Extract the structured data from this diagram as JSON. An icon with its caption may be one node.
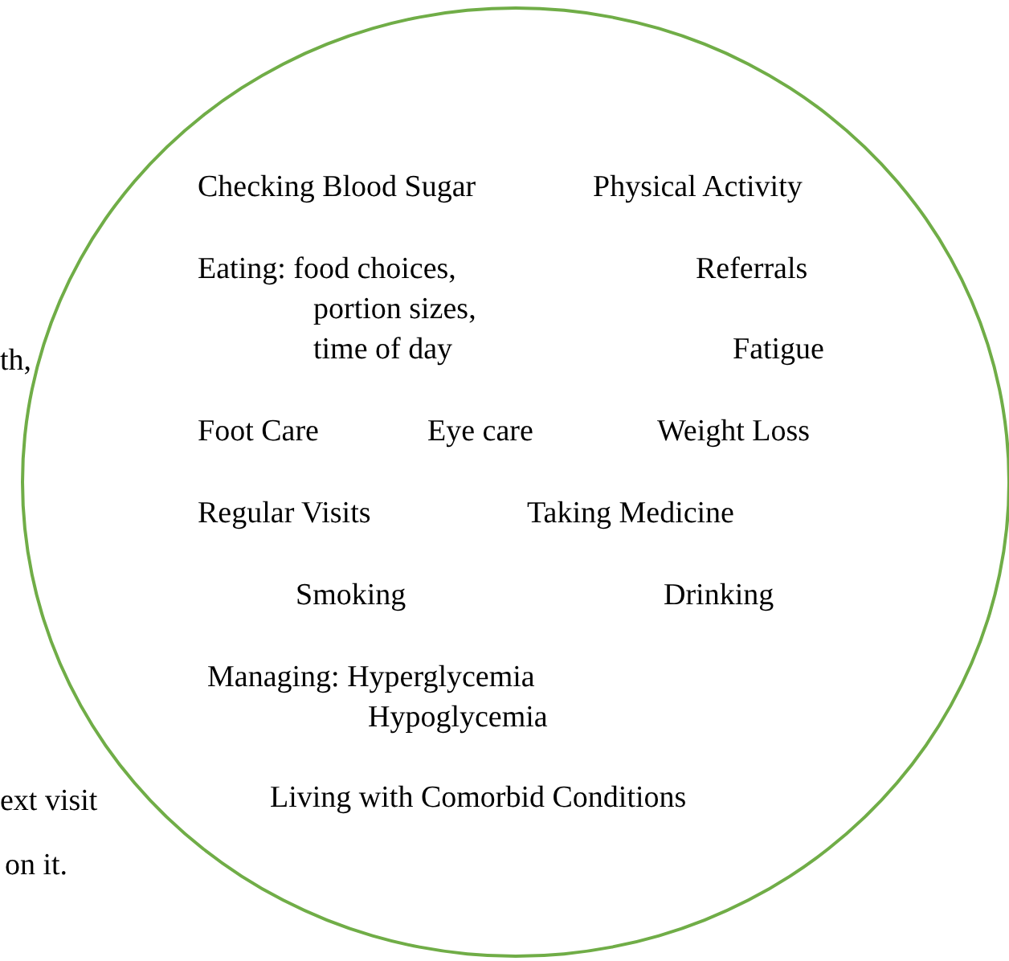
{
  "diagram": {
    "nodes": [
      {
        "text": [
          "Checking Blood Sugar",
          "Physical Activity",
          "Eating: food choices, portion sizes, time of day",
          "Referrals",
          "Fatigue",
          "Foot Care",
          "Eye care",
          "Weight Loss",
          "Regular Visits",
          "Taking Medicine",
          "Smoking",
          "Drinking",
          "Managing: Hyperglycemia Hypoglycemia",
          "Living with Comorbid Conditions"
        ]
      }
    ],
    "labels": [
      "th,",
      "ext visit",
      "on it."
    ]
  }
}
